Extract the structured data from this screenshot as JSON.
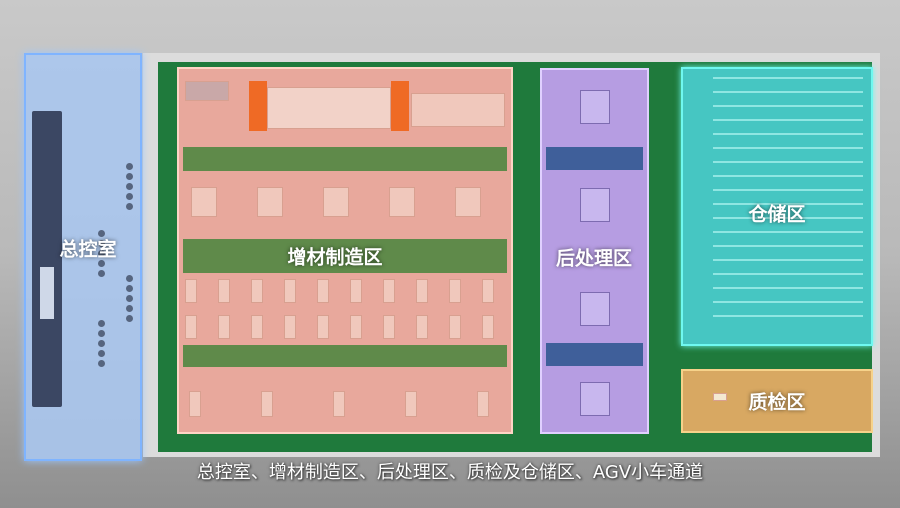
{
  "zones": {
    "control_room": "总控室",
    "additive_manufacturing": "增材制造区",
    "post_processing": "后处理区",
    "storage": "仓储区",
    "quality_inspection": "质检区"
  },
  "caption": "总控室、增材制造区、后处理区、质检及仓储区、AGV小车通道"
}
